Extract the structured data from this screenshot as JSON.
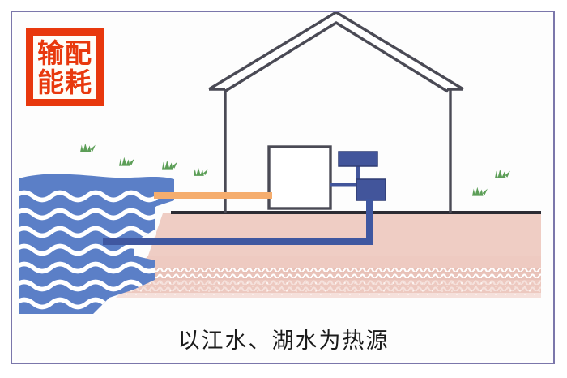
{
  "figure": {
    "caption": "以江水、湖水为热源",
    "stamp": {
      "line1": "输配",
      "line2": "能耗",
      "border_color": "#e8380d",
      "text_color": "#e8380d",
      "fill_color": "#fffdf8"
    },
    "frame_color": "#7b77ab",
    "background_color": "#ffffff"
  },
  "scene": {
    "water": {
      "label": "江水湖水",
      "body_color": "#5b7fc7",
      "wave_color": "#ffffff",
      "wave_rows": 9
    },
    "ground": {
      "label": "土壤",
      "surface_line_color": "#2b2b33",
      "soil_color": "#efcdc4",
      "soil_deep_color": "#e8c0b6",
      "speckle_color": "#ffffff"
    },
    "house": {
      "label": "建筑",
      "outline_color": "#4a4a55",
      "fill_color": "#ffffff",
      "roof_peak_label": "屋顶"
    },
    "indoor_unit": {
      "label": "室内机组",
      "fill_color": "#ffffff",
      "outline_color": "#4a4a55"
    },
    "equipment": {
      "fan_coil_label": "风机盘管",
      "pump_label": "水泵",
      "color": "#42559b"
    },
    "pipes": {
      "supply_label": "取水管",
      "supply_color": "#f5ad6e",
      "return_label": "回水管",
      "return_color": "#3f57a0"
    },
    "grass": {
      "label": "草",
      "color": "#5c9e57",
      "left_count": 4,
      "right_count": 2
    }
  }
}
